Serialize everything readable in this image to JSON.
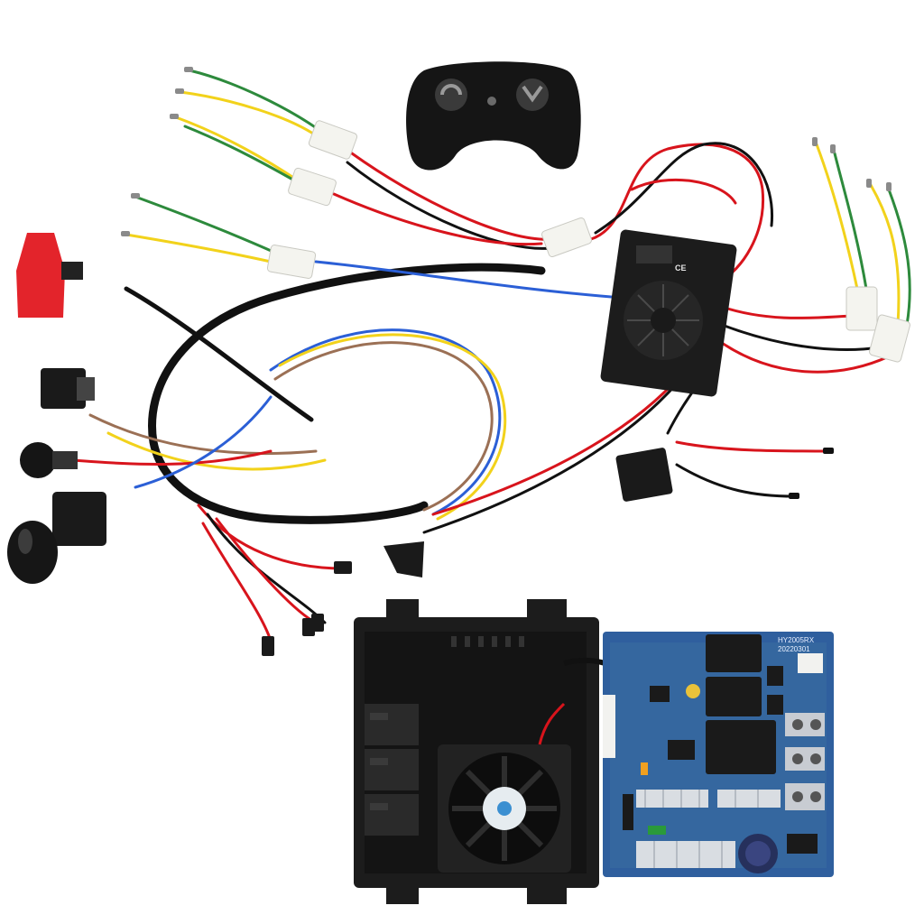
{
  "photo": {
    "pcb_model": "HY2005RX",
    "pcb_date": "20220301",
    "controller_mark": "CE"
  },
  "colors": {
    "background": "#ffffff",
    "pcb_blue": "#2f5f9e",
    "housing_black": "#1c1c1c",
    "wire_red": "#d8141c",
    "wire_yellow": "#f2d21b",
    "wire_green": "#2d8a3c",
    "wire_blue": "#2b5fd6",
    "wire_brown": "#9b7055",
    "switch_red": "#e3242b"
  }
}
